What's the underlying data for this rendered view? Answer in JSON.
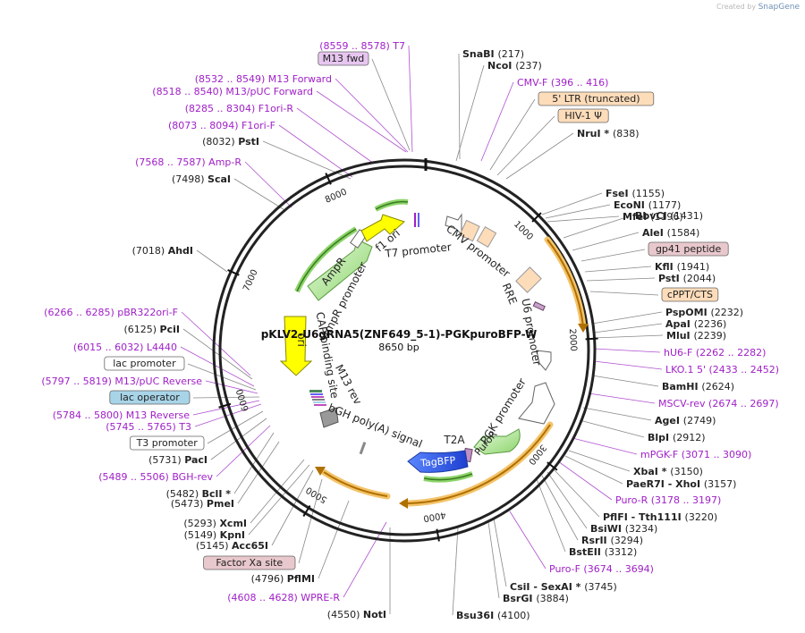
{
  "credit": {
    "prefix": "Created by",
    "brand": "SnapGene"
  },
  "map": {
    "name": "pKLV2-U6gRNA5(ZNF649_5-1)-PGKpuroBFP-W",
    "length_label": "8650 bp",
    "total_bp": 8650,
    "ticks": [
      "1000",
      "2000",
      "3000",
      "4000",
      "5000",
      "6000",
      "7000",
      "8000"
    ]
  },
  "colors": {
    "orange": "#f0a830",
    "green": "#8cd46a",
    "yellow": "#ffff00",
    "blue": "#2c5cf0",
    "peach": "#fddcba",
    "gray": "#999999",
    "primer": "#a020c8",
    "misc": "#e7c6f0"
  },
  "features": [
    {
      "label": "CMV promoter",
      "type": "promoter"
    },
    {
      "label": "RRE",
      "type": "misc"
    },
    {
      "label": "U6 promoter",
      "type": "promoter"
    },
    {
      "label": "PGK promoter",
      "type": "promoter"
    },
    {
      "label": "PuroR",
      "type": "cds"
    },
    {
      "label": "T2A",
      "type": "misc"
    },
    {
      "label": "TagBFP",
      "type": "cds"
    },
    {
      "label": "bGH poly(A) signal",
      "type": "terminator"
    },
    {
      "label": "M13 rev",
      "type": "primer"
    },
    {
      "label": "CAP binding site",
      "type": "misc"
    },
    {
      "label": "lac promoter",
      "type": "promoter"
    },
    {
      "label": "ori",
      "type": "origin"
    },
    {
      "label": "AmpR promoter",
      "type": "promoter"
    },
    {
      "label": "AmpR",
      "type": "cds"
    },
    {
      "label": "f1 ori",
      "type": "origin"
    },
    {
      "label": "T7 promoter",
      "type": "promoter"
    }
  ],
  "labels_left": [
    {
      "type": "primer",
      "text": "(8559 .. 8578)  T7"
    },
    {
      "type": "box",
      "text": "M13 fwd",
      "fill": "#e7c6f0"
    },
    {
      "type": "primer",
      "text": "(8532 .. 8549)  M13 Forward"
    },
    {
      "type": "primer",
      "text": "(8518 .. 8540)  M13/pUC Forward"
    },
    {
      "type": "primer",
      "text": "(8285 .. 8304)  F1ori-R"
    },
    {
      "type": "primer",
      "text": "(8073 .. 8094)  F1ori-F"
    },
    {
      "type": "site",
      "pos": "(8032)",
      "name": "PstI"
    },
    {
      "type": "primer",
      "text": "(7568 .. 7587)  Amp-R"
    },
    {
      "type": "site",
      "pos": "(7498)",
      "name": "ScaI"
    },
    {
      "type": "site",
      "pos": "(7018)",
      "name": "AhdI"
    },
    {
      "type": "primer",
      "text": "(6266 .. 6285)  pBR322ori-F"
    },
    {
      "type": "site",
      "pos": "(6125)",
      "name": "PciI"
    },
    {
      "type": "primer",
      "text": "(6015 .. 6032)  L4440"
    },
    {
      "type": "box",
      "text": "lac promoter",
      "fill": "#ffffff"
    },
    {
      "type": "primer",
      "text": "(5797 .. 5819)  M13/pUC Reverse"
    },
    {
      "type": "box",
      "text": "lac operator",
      "fill": "#a8d4e8"
    },
    {
      "type": "primer",
      "text": "(5784 .. 5800)  M13 Reverse"
    },
    {
      "type": "primer",
      "text": "(5745 .. 5765)  T3"
    },
    {
      "type": "box",
      "text": "T3 promoter",
      "fill": "#ffffff"
    },
    {
      "type": "site",
      "pos": "(5731)",
      "name": "PacI"
    },
    {
      "type": "primer",
      "text": "(5489 .. 5506)  BGH-rev"
    },
    {
      "type": "site",
      "pos": "(5482)",
      "name": "BclI *"
    },
    {
      "type": "site",
      "pos": "(5473)",
      "name": "PmeI"
    },
    {
      "type": "site",
      "pos": "(5293)",
      "name": "XcmI"
    },
    {
      "type": "site",
      "pos": "(5149)",
      "name": "KpnI"
    },
    {
      "type": "site",
      "pos": "(5145)",
      "name": "Acc65I"
    },
    {
      "type": "box",
      "text": "Factor Xa site",
      "fill": "#e8c8cc"
    },
    {
      "type": "site",
      "pos": "(4796)",
      "name": "PflMI"
    },
    {
      "type": "primer",
      "text": "(4608 .. 4628)  WPRE-R"
    },
    {
      "type": "site",
      "pos": "(4550)",
      "name": "NotI"
    }
  ],
  "labels_right": [
    {
      "type": "site",
      "name": "SnaBI",
      "pos": "(217)"
    },
    {
      "type": "site",
      "name": "NcoI",
      "pos": "(237)"
    },
    {
      "type": "primer",
      "text": "CMV-F    (396 .. 416)"
    },
    {
      "type": "box",
      "text": "5' LTR (truncated)",
      "fill": "#fddcba"
    },
    {
      "type": "box",
      "text": "HIV-1 Ψ",
      "fill": "#fddcba"
    },
    {
      "type": "site",
      "name": "NruI *",
      "pos": "(838)"
    },
    {
      "type": "site",
      "name": "FseI",
      "pos": "(1155)"
    },
    {
      "type": "site",
      "name": "EcoNI",
      "pos": "(1177)"
    },
    {
      "type": "site",
      "name": "MfeI",
      "pos": "(1196)"
    },
    {
      "type": "site",
      "name": "BbvCI",
      "pos": "(1431)"
    },
    {
      "type": "site",
      "name": "AleI",
      "pos": "(1584)"
    },
    {
      "type": "box",
      "text": "gp41 peptide",
      "fill": "#e8c8cc"
    },
    {
      "type": "site",
      "name": "KflI",
      "pos": "(1941)"
    },
    {
      "type": "site",
      "name": "PstI",
      "pos": "(2044)"
    },
    {
      "type": "box",
      "text": "cPPT/CTS",
      "fill": "#fddcba"
    },
    {
      "type": "site",
      "name": "PspOMI",
      "pos": "(2232)"
    },
    {
      "type": "site",
      "name": "ApaI",
      "pos": "(2236)"
    },
    {
      "type": "site",
      "name": "MluI",
      "pos": "(2239)"
    },
    {
      "type": "primer",
      "text": "hU6-F    (2262 .. 2282)"
    },
    {
      "type": "primer",
      "text": "LKO.1 5'    (2433 .. 2452)"
    },
    {
      "type": "site",
      "name": "BamHI",
      "pos": "(2624)"
    },
    {
      "type": "primer",
      "text": "MSCV-rev    (2674 .. 2697)"
    },
    {
      "type": "site",
      "name": "AgeI",
      "pos": "(2749)"
    },
    {
      "type": "site",
      "name": "BlpI",
      "pos": "(2912)"
    },
    {
      "type": "primer",
      "text": "mPGK-F    (3071 .. 3090)"
    },
    {
      "type": "site",
      "name": "XbaI *",
      "pos": "(3150)"
    },
    {
      "type": "site",
      "name": "PaeR7I - XhoI",
      "pos": "(3157)"
    },
    {
      "type": "primer",
      "text": "Puro-R    (3178 .. 3197)"
    },
    {
      "type": "site",
      "name": "PflFI - Tth111I",
      "pos": "(3220)"
    },
    {
      "type": "site",
      "name": "BsiWI",
      "pos": "(3234)"
    },
    {
      "type": "site",
      "name": "RsrII",
      "pos": "(3294)"
    },
    {
      "type": "site",
      "name": "BstEII",
      "pos": "(3312)"
    },
    {
      "type": "primer",
      "text": "Puro-F    (3674 .. 3694)"
    },
    {
      "type": "site",
      "name": "CsiI - SexAI *",
      "pos": "(3745)"
    },
    {
      "type": "site",
      "name": "BsrGI",
      "pos": "(3884)"
    },
    {
      "type": "site",
      "name": "Bsu36I",
      "pos": "(4100)"
    }
  ]
}
